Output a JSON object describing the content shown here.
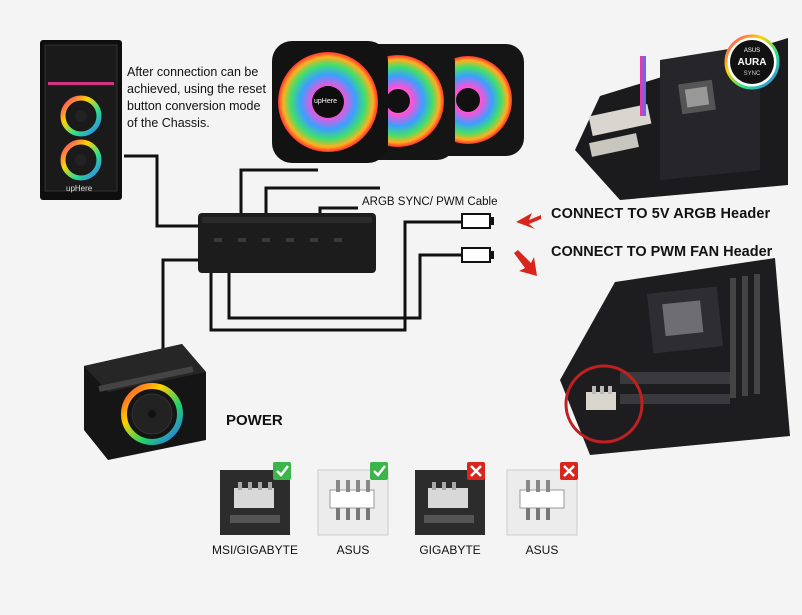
{
  "case_note": {
    "lines": [
      "After connection can be",
      "achieved, using the reset",
      "button conversion mode",
      "of the Chassis."
    ]
  },
  "case_brand": "upHere",
  "fan_brand": "upHere",
  "cable_label": "ARGB SYNC/ PWM Cable",
  "connections": {
    "argb": "CONNECT TO 5V ARGB Header",
    "pwm": "CONNECT TO PWM FAN Header"
  },
  "aura_badge": {
    "line1": "AURA",
    "line2": "SYNC"
  },
  "power_label": "POWER",
  "headers": [
    {
      "label": "MSI/GIGABYTE",
      "compatible": true
    },
    {
      "label": "ASUS",
      "compatible": true
    },
    {
      "label": "GIGABYTE",
      "compatible": false
    },
    {
      "label": "ASUS",
      "compatible": false
    }
  ],
  "colors": {
    "arrow_red": "#d9261c",
    "check_green": "#3bb54a",
    "cross_red": "#d9261c",
    "hub_black": "#1c1c1c"
  },
  "icons": [
    "pc-case-icon",
    "rgb-fan-icon",
    "fan-hub-icon",
    "psu-icon",
    "motherboard-icon",
    "connector-icon",
    "check-icon",
    "cross-icon",
    "arrow-icon"
  ]
}
